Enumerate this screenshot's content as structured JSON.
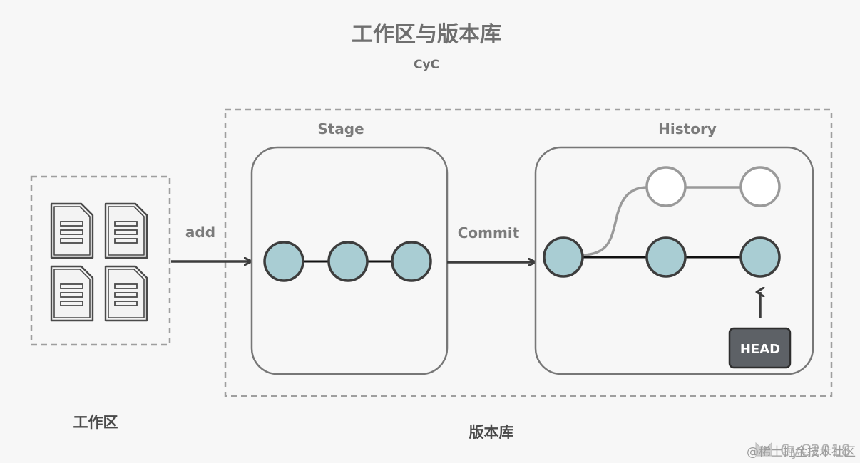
{
  "title": "工作区与版本库",
  "author": "CyC",
  "workspace": {
    "label": "工作区",
    "file_count": 4
  },
  "repository": {
    "label": "版本库",
    "stage": {
      "label": "Stage",
      "node_count": 3
    },
    "history": {
      "label": "History",
      "head_label": "HEAD"
    }
  },
  "arrows": {
    "add_label": "add",
    "commit_label": "Commit"
  },
  "watermark": {
    "handle": "CyC2018",
    "site": "@稀土掘金技术社区"
  },
  "colors": {
    "node_fill": "#a9cdd3",
    "node_stroke": "#3d3d3d",
    "branch_node_fill": "#ffffff",
    "branch_stroke": "#9a9a9a",
    "head_fill": "#5d6166",
    "dashed_border": "#9f9f9f",
    "panel_border": "#777777"
  }
}
